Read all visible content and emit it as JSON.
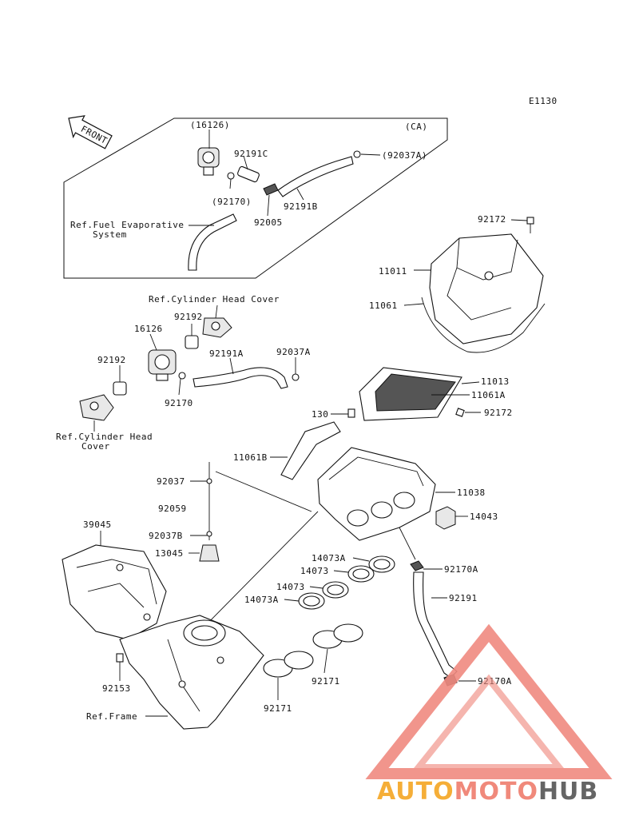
{
  "diagram_code": "E1130",
  "front_label": "FRONT",
  "ca_label": "(CA)",
  "labels": {
    "p16126ca": "(16126)",
    "p92191c": "92191C",
    "p92037a_ca": "(92037A)",
    "p92170ca": "(92170)",
    "p92191b": "92191B",
    "p92005": "92005",
    "ref_fuel_1": "Ref.Fuel Evaporative",
    "ref_fuel_2": "System",
    "p92172_top": "92172",
    "p11011": "11011",
    "p11061": "11061",
    "ref_chc_1": "Ref.Cylinder Head Cover",
    "p92192_a": "92192",
    "p16126": "16126",
    "p92191a": "92191A",
    "p92037a": "92037A",
    "p92192_b": "92192",
    "p92170": "92170",
    "ref_chc_2a": "Ref.Cylinder Head",
    "ref_chc_2b": "Cover",
    "p11013": "11013",
    "p11061a": "11061A",
    "p130": "130",
    "p92172_mid": "92172",
    "p11061b": "11061B",
    "p92037": "92037",
    "p11038": "11038",
    "p92059": "92059",
    "p14043": "14043",
    "p39045": "39045",
    "p92037b": "92037B",
    "p13045": "13045",
    "p14073a_top": "14073A",
    "p14073_a": "14073",
    "p92170a_top": "92170A",
    "p14073_b": "14073",
    "p92191": "92191",
    "p14073a_bot": "14073A",
    "p92153": "92153",
    "p92171_a": "92171",
    "p92170a_bot": "92170A",
    "p92171_b": "92171",
    "ref_frame": "Ref.Frame"
  },
  "watermark": {
    "part1": "AUTO",
    "part2": "MOTO",
    "part3": "HUB",
    "color1": "#f5a623",
    "color2": "#ef7d6d",
    "color3": "#555555",
    "triangle_color": "#f08a80"
  }
}
